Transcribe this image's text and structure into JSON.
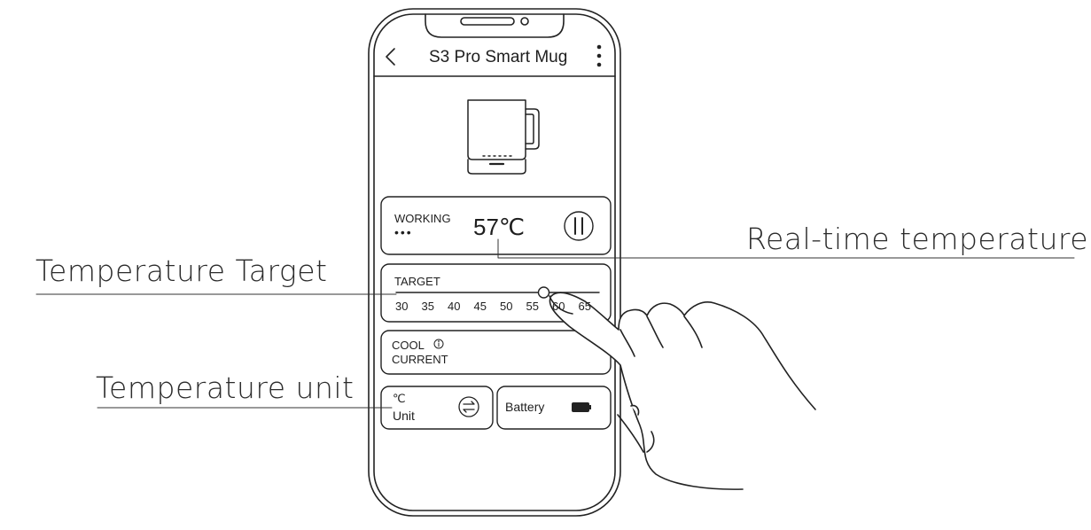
{
  "callouts": {
    "temperature_target": "Temperature Target",
    "real_time_temperature": "Real-time temperature",
    "temperature_unit": "Temperature unit"
  },
  "app": {
    "title": "S3 Pro Smart Mug",
    "status_label": "WORKING",
    "status_dots": "•••",
    "current_temp": "57℃",
    "target_label": "TARGET",
    "target_ticks": [
      "30",
      "35",
      "40",
      "45",
      "50",
      "55",
      "60",
      "65"
    ],
    "target_value": 57,
    "mode_label": "COOL",
    "mode_sublabel": "CURRENT",
    "unit_symbol": "℃",
    "unit_label": "Unit",
    "battery_label": "Battery"
  },
  "icons": {
    "back": "chevron-left-icon",
    "menu": "more-vertical-icon",
    "pause": "pause-icon",
    "info": "info-icon",
    "swap": "swap-icon",
    "battery": "battery-icon"
  }
}
